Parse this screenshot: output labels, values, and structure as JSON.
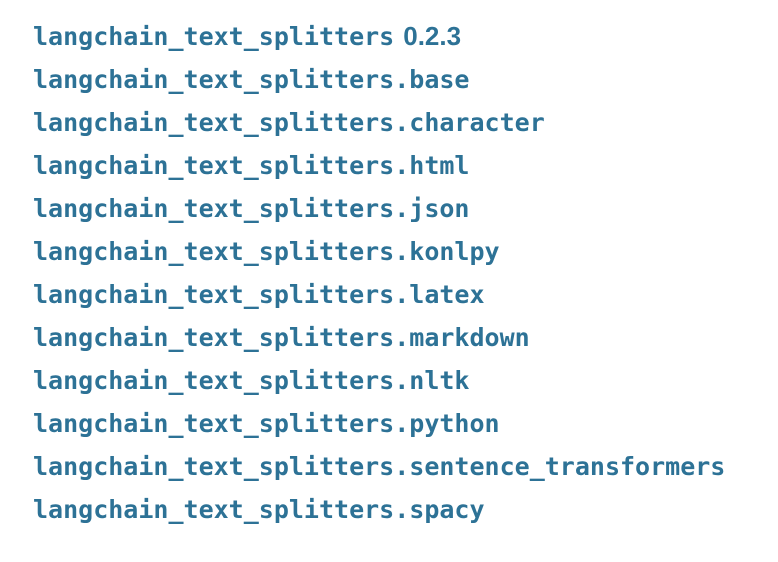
{
  "page": {
    "background": "#ffffff",
    "link_color": "#2d7296"
  },
  "header": {
    "package_name": "langchain_text_splitters",
    "version": "0.2.3"
  },
  "modules": [
    {
      "label": "langchain_text_splitters.base"
    },
    {
      "label": "langchain_text_splitters.character"
    },
    {
      "label": "langchain_text_splitters.html"
    },
    {
      "label": "langchain_text_splitters.json"
    },
    {
      "label": "langchain_text_splitters.konlpy"
    },
    {
      "label": "langchain_text_splitters.latex"
    },
    {
      "label": "langchain_text_splitters.markdown"
    },
    {
      "label": "langchain_text_splitters.nltk"
    },
    {
      "label": "langchain_text_splitters.python"
    },
    {
      "label": "langchain_text_splitters.sentence_transformers"
    },
    {
      "label": "langchain_text_splitters.spacy"
    }
  ]
}
